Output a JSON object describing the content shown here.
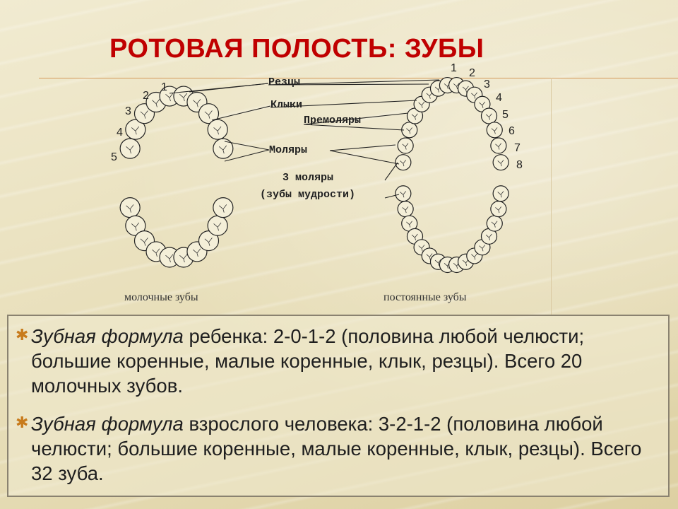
{
  "slide": {
    "title": "РОТОВАЯ ПОЛОСТЬ: ЗУБЫ"
  },
  "diagram": {
    "labels": {
      "incisors": "Резцы",
      "canines": "Клыки",
      "premolars": "Премоляры",
      "molars": "Моляры",
      "third_molars": "3 моляры",
      "wisdom_teeth": "(зубы мудрости)"
    },
    "left_caption": "молочные зубы",
    "right_caption": "постоянные зубы",
    "left_numbers": [
      "1",
      "2",
      "3",
      "4",
      "5"
    ],
    "right_numbers": [
      "1",
      "2",
      "3",
      "4",
      "5",
      "6",
      "7",
      "8"
    ]
  },
  "bullets": [
    {
      "emph": "Зубная формула",
      "text": " ребенка: 2-0-1-2 (половина любой челюсти; большие коренные, малые коренные, клык, резцы). Всего 20 молочных зубов."
    },
    {
      "emph": "Зубная формула",
      "text": " взрослого человека: 3-2-1-2 (половина любой челюсти; большие коренные, малые коренные, клык, резцы). Всего 32 зуба."
    }
  ],
  "colors": {
    "title": "#c00000",
    "bullet": "#c87b1c"
  }
}
